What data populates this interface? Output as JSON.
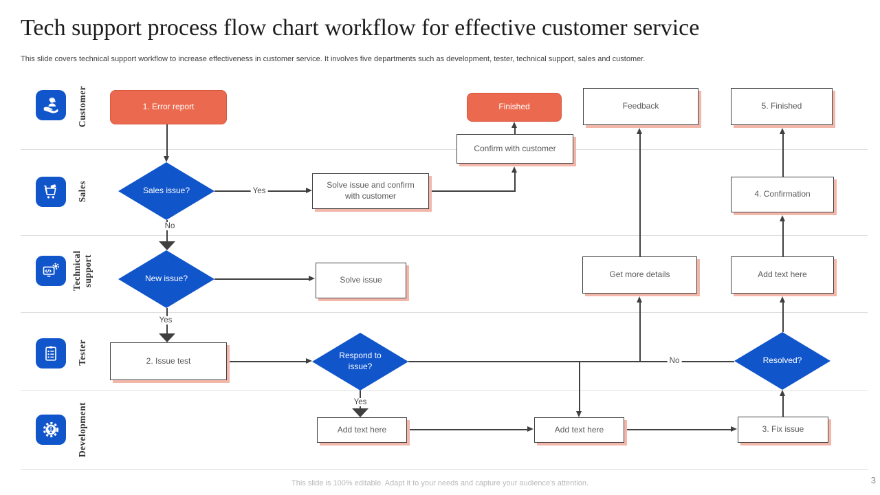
{
  "slide": {
    "title": "Tech support process flow chart workflow for effective customer service",
    "subtitle": "This slide covers technical support workflow to increase effectiveness in customer service. It involves five departments such as development, tester, technical support, sales and customer.",
    "footer": "This slide is 100% editable. Adapt it to your needs and capture your audience's attention.",
    "page_number": "3"
  },
  "colors": {
    "accent_orange": "#EB6A4F",
    "accent_blue": "#1155CB",
    "box_shadow_salmon": "#F3B7AA",
    "connector_gray": "#3F3F3F",
    "lane_line_gray": "#DEDEDE",
    "body_text_gray": "#595959"
  },
  "lanes": [
    {
      "label": "Customer",
      "icon": "customer-care-icon"
    },
    {
      "label": "Sales",
      "icon": "shopping-cart-icon"
    },
    {
      "label": "Technical support",
      "icon": "tech-support-icon"
    },
    {
      "label": "Tester",
      "icon": "checklist-icon"
    },
    {
      "label": "Development",
      "icon": "gear-brain-icon"
    }
  ],
  "nodes": {
    "error_report": {
      "label": "1. Error report",
      "type": "start",
      "lane": "Customer"
    },
    "finished": {
      "label": "Finished",
      "type": "start",
      "lane": "Customer"
    },
    "feedback": {
      "label": "Feedback",
      "type": "process",
      "lane": "Customer"
    },
    "finished5": {
      "label": "5. Finished",
      "type": "process",
      "lane": "Customer"
    },
    "confirm_with_customer": {
      "label": "Confirm with customer",
      "type": "process",
      "lane": "Customer"
    },
    "sales_issue": {
      "label": "Sales issue?",
      "type": "decision",
      "lane": "Sales"
    },
    "solve_confirm": {
      "label": "Solve issue and confirm with customer",
      "type": "process",
      "lane": "Sales"
    },
    "confirmation4": {
      "label": "4. Confirmation",
      "type": "process",
      "lane": "Sales"
    },
    "new_issue": {
      "label": "New issue?",
      "type": "decision",
      "lane": "Technical support"
    },
    "solve_issue": {
      "label": "Solve issue",
      "type": "process",
      "lane": "Technical support"
    },
    "get_more_details": {
      "label": "Get more details",
      "type": "process",
      "lane": "Technical support"
    },
    "add_text_tech": {
      "label": "Add text here",
      "type": "process",
      "lane": "Technical support"
    },
    "issue_test": {
      "label": "2. Issue test",
      "type": "process",
      "lane": "Tester"
    },
    "respond_to_issue": {
      "label": "Respond to issue?",
      "type": "decision",
      "lane": "Tester"
    },
    "resolved": {
      "label": "Resolved?",
      "type": "decision",
      "lane": "Tester"
    },
    "add_text_dev1": {
      "label": "Add text here",
      "type": "process",
      "lane": "Development"
    },
    "add_text_dev2": {
      "label": "Add text here",
      "type": "process",
      "lane": "Development"
    },
    "fix_issue": {
      "label": "3. Fix issue",
      "type": "process",
      "lane": "Development"
    }
  },
  "edge_labels": {
    "sales_yes": "Yes",
    "sales_no": "No",
    "new_issue_yes": "Yes",
    "respond_yes": "Yes",
    "resolved_no": "No"
  }
}
